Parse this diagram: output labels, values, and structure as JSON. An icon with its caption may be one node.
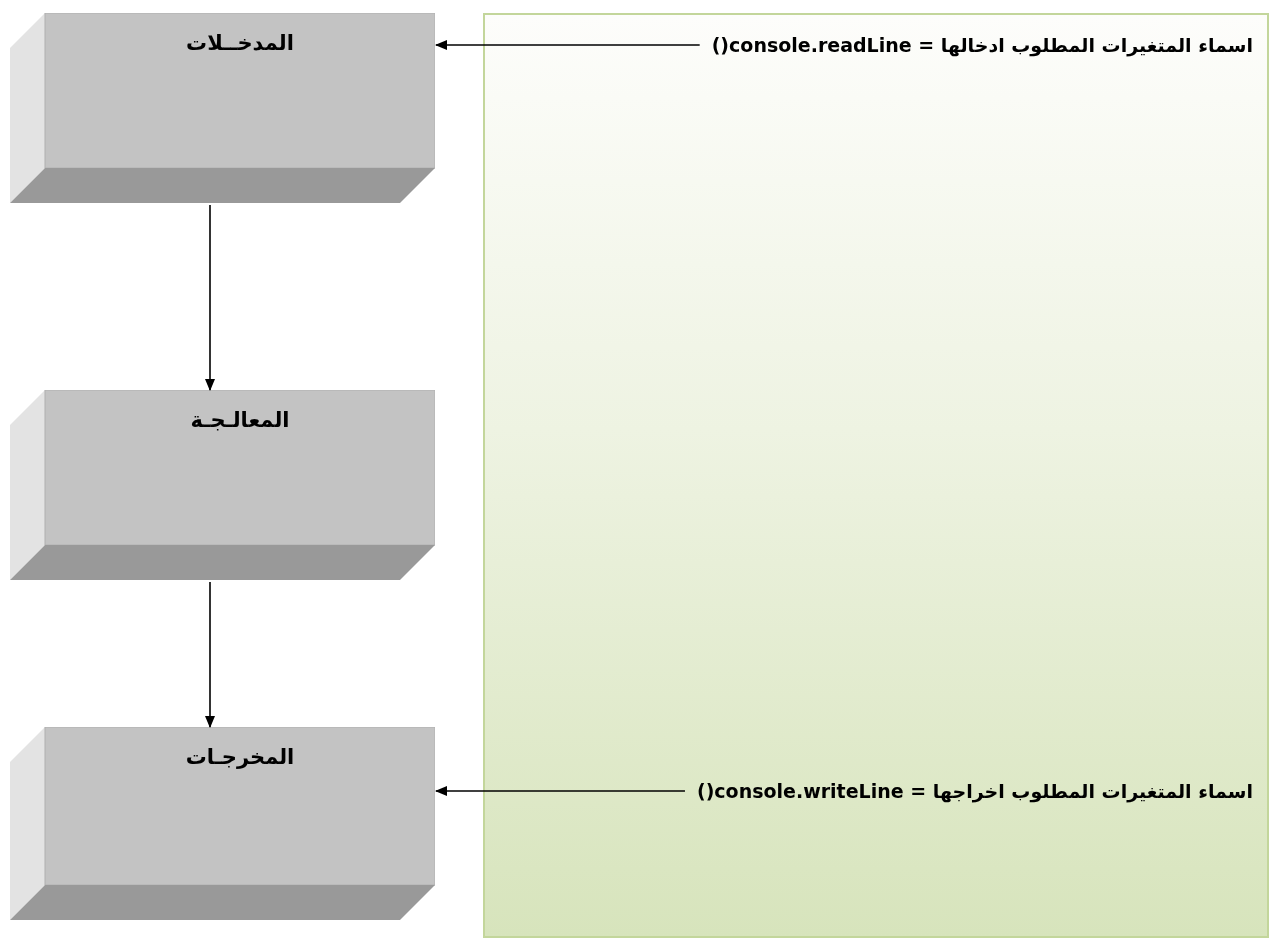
{
  "diagram": {
    "nodes": [
      {
        "text": [
          "المدخــلات"
        ]
      },
      {
        "text": [],
        "shape": "box"
      },
      {
        "text": [
          "اسماء المتغيرات المطلوب ادخالها = console.readLine()"
        ],
        "in": 1
      },
      {
        "text": [
          "المعالـجـة"
        ]
      },
      {
        "text": [
          "المخرجـات"
        ]
      },
      {
        "text": [
          "اسماء المتغيرات المطلوب اخراجها = console.writeLine()"
        ],
        "in": 1
      }
    ],
    "edges": [
      {
        "from": 0,
        "to": 3,
        "arrow": "to"
      },
      {
        "from": 3,
        "to": 4,
        "arrow": "to"
      },
      {
        "from": 2,
        "to": 0,
        "arrow": "to"
      },
      {
        "from": 5,
        "to": 4,
        "arrow": "to"
      }
    ]
  }
}
